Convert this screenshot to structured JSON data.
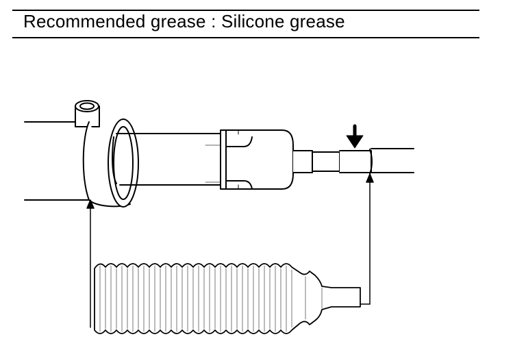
{
  "caption": {
    "label": "Recommended grease",
    "separator": ":",
    "value": "Silicone grease"
  },
  "figure": {
    "subject": "steering-rack-and-boot",
    "parts": [
      "rack-housing",
      "rack-bar",
      "tie-rod-inner-joint",
      "tie-rod",
      "bellows-boot",
      "grease-point-arrow"
    ]
  }
}
